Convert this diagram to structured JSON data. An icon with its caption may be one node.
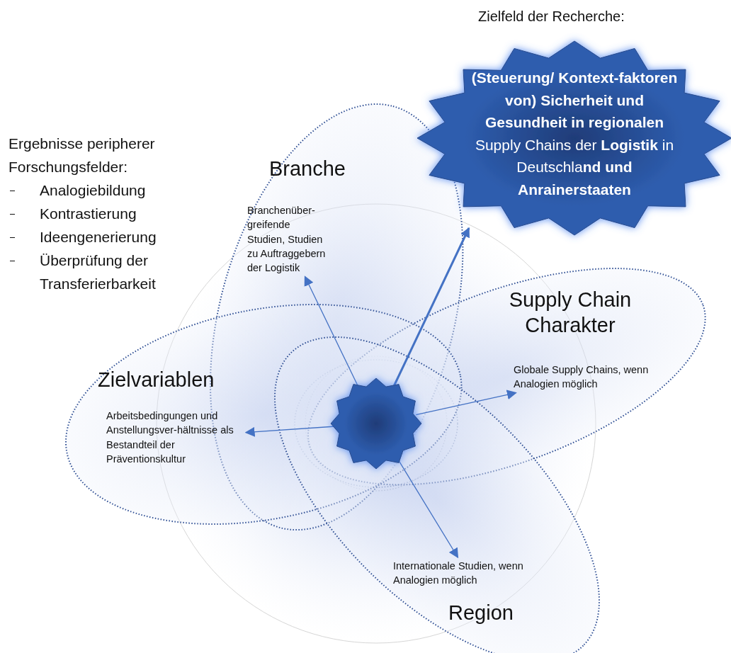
{
  "diagram": {
    "nodes": [
      {
        "text": [
          "**(Steuerung/ Kontext-faktoren von) Sicherheit und Gesundheit in regionalen** Supply Chains der **Logistik** in Deutschla**nd und Anrainerstaaten**"
        ],
        "beside": [
          "Zielfeld der Recherche:"
        ]
      },
      {
        "text": [
          "Branche"
        ]
      },
      {
        "text": [
          "Branchenüber-greifende Studien, Studien zu Auftraggebern der Logistik"
        ],
        "in": 1
      },
      {
        "text": [
          "Supply Chain Charakter"
        ]
      },
      {
        "text": [
          "Globale Supply Chains, wenn Analogien möglich"
        ],
        "in": 3
      },
      {
        "text": [
          "Zielvariablen"
        ]
      },
      {
        "text": [
          "Arbeitsbedingungen und Anstellungsver-hältnisse als Bestandteil der Präventionskultur"
        ],
        "in": 5
      },
      {
        "text": [
          "Region"
        ]
      },
      {
        "text": [
          "Internationale Studien, wenn Analogien möglich"
        ],
        "in": 7
      },
      {
        "text": [],
        "shape": "star"
      }
    ],
    "edges": [
      {
        "from": 9,
        "to": 0,
        "arrow": "to",
        "style": "thick"
      },
      {
        "from": 9,
        "to": 2,
        "arrow": "to"
      },
      {
        "from": 9,
        "to": 4,
        "arrow": "to"
      },
      {
        "from": 9,
        "to": 6,
        "arrow": "to"
      },
      {
        "from": 9,
        "to": 8,
        "arrow": "to"
      }
    ],
    "labels": [
      "Ergebnisse peripherer Forschungsfelder:",
      "Analogiebildung",
      "Kontrastierung",
      "Ideengenerierung",
      "Überprüfung der Transferierbarkeit"
    ]
  }
}
